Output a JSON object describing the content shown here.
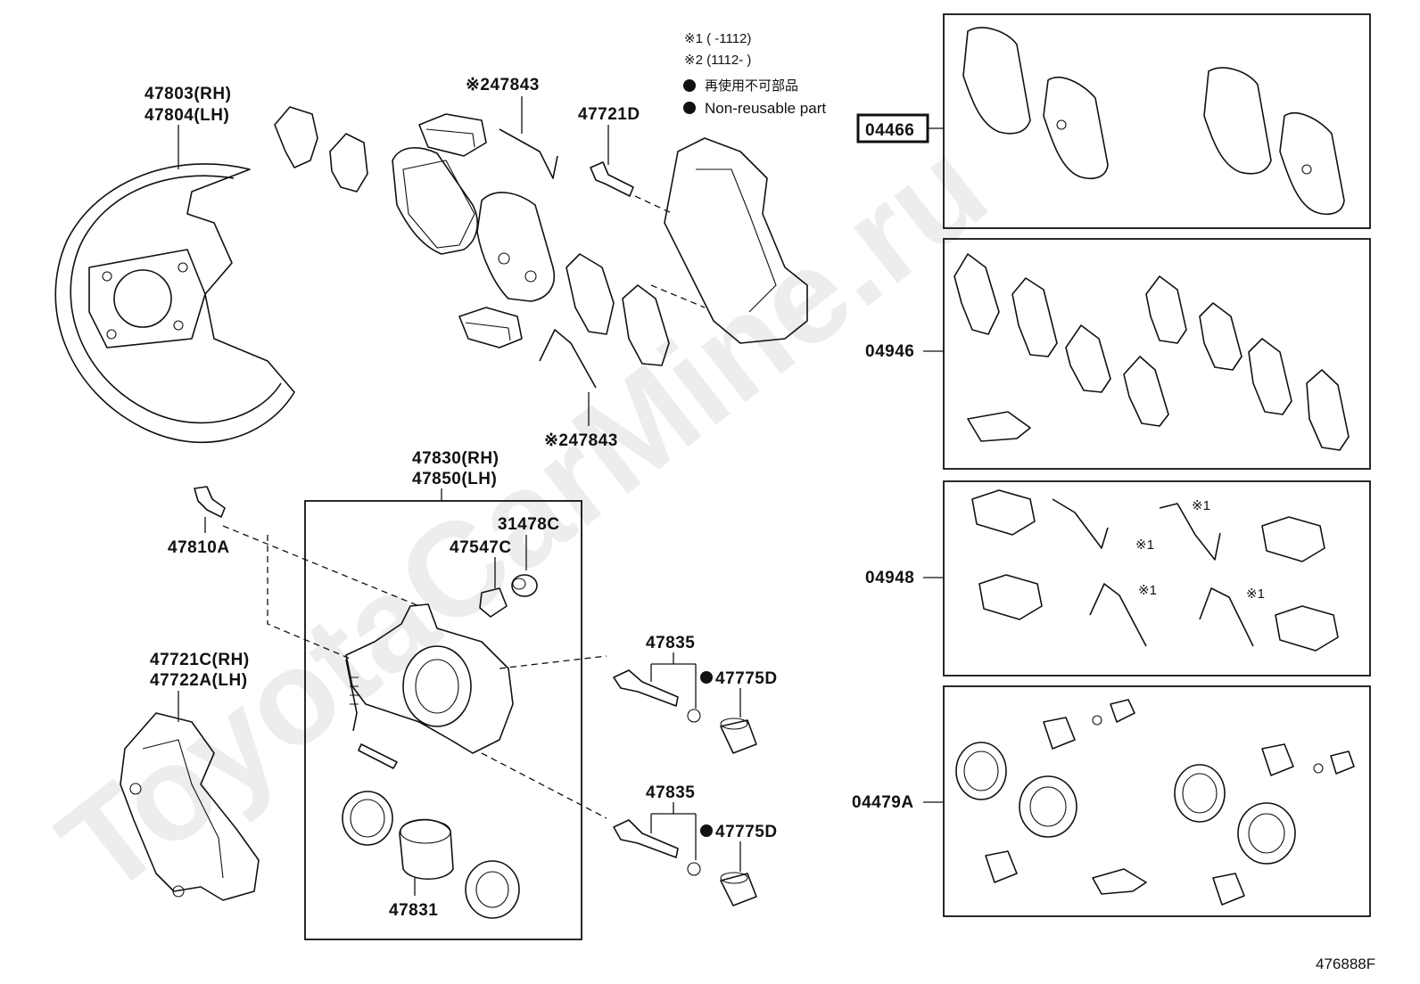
{
  "watermark": "ToyotaCarMine.ru",
  "diagram_code": "476888F",
  "notes": {
    "note1": "※1 (      -1112)",
    "note2": "※2 (1112-      )",
    "nonreusable_jp": "再使用不可部品",
    "nonreusable_en": "Non-reusable part"
  },
  "labels": {
    "p47803": "47803(RH)",
    "p47804": "47804(LH)",
    "p47843_top": "※247843",
    "p47843_bottom": "※247843",
    "p47721D": "47721D",
    "p47830": "47830(RH)",
    "p47850": "47850(LH)",
    "p47810A": "47810A",
    "p31478C": "31478C",
    "p47547C": "47547C",
    "p47721C": "47721C(RH)",
    "p47722A": "47722A(LH)",
    "p47835_a": "47835",
    "p47835_b": "47835",
    "p47775D_a": "47775D",
    "p47775D_b": "47775D",
    "p47831": "47831"
  },
  "kits": {
    "k04466": "04466",
    "k04946": "04946",
    "k04948": "04948",
    "k04479A": "04479A"
  },
  "kit_marks": {
    "m1": "※1",
    "m2": "※1",
    "m3": "※1",
    "m4": "※1"
  }
}
